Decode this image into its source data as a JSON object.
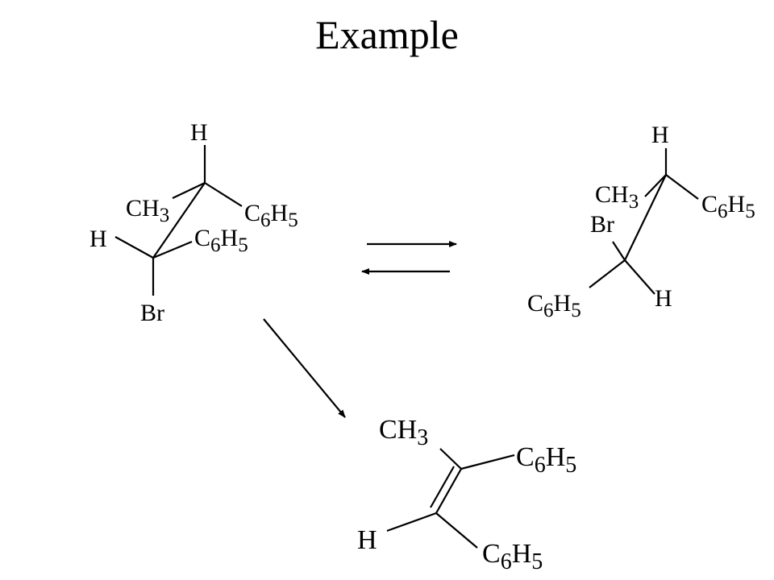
{
  "slide": {
    "title": "Example"
  },
  "molecule_a": {
    "top_h": "H",
    "ch3": {
      "main": "CH",
      "sub": "3"
    },
    "c6h5_back": {
      "c": "C",
      "n6": "6",
      "h": "H",
      "n5": "5"
    },
    "left_h": "H",
    "c6h5_front": {
      "c": "C",
      "n6": "6",
      "h": "H",
      "n5": "5"
    },
    "br": "Br"
  },
  "molecule_b": {
    "top_h": "H",
    "ch3": {
      "main": "CH",
      "sub": "3"
    },
    "c6h5_back": {
      "c": "C",
      "n6": "6",
      "h": "H",
      "n5": "5"
    },
    "br": "Br",
    "c6h5_front": {
      "c": "C",
      "n6": "6",
      "h": "H",
      "n5": "5"
    },
    "bottom_h": "H"
  },
  "alkene": {
    "ch3": {
      "main": "CH",
      "sub": "3"
    },
    "c6h5_top": {
      "c": "C",
      "n6": "6",
      "h": "H",
      "n5": "5"
    },
    "h": "H",
    "c6h5_bottom": {
      "c": "C",
      "n6": "6",
      "h": "H",
      "n5": "5"
    }
  },
  "colors": {
    "ink": "#000000",
    "background": "#ffffff"
  }
}
